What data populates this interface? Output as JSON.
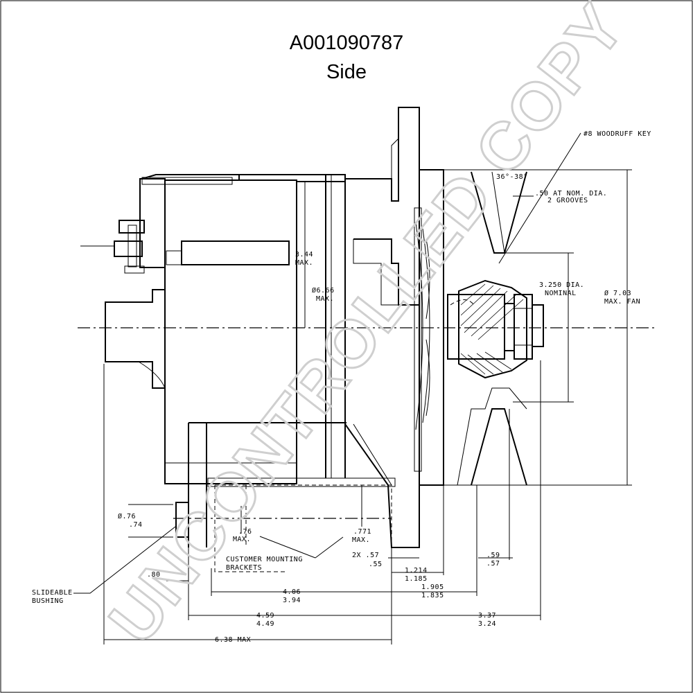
{
  "header": {
    "part_number": "A001090787",
    "view": "Side"
  },
  "watermark": "UNCONTROLLED COPY",
  "dimensions": {
    "woodruff_key": "#8 WOODRUFF KEY",
    "groove_angle": "36°-38°",
    "groove_width": ".50 AT NOM. DIA.",
    "grooves": "2 GROOVES",
    "height_344": "3.44",
    "height_344_max": "MAX.",
    "dia_666": "Ø6.66",
    "dia_666_max": "MAX.",
    "pulley_dia": "3.250 DIA.",
    "pulley_nominal": "NOMINAL",
    "fan_dia": "Ø 7.03",
    "fan_max": "MAX. FAN",
    "bush_dia_top": "Ø.76",
    "bush_dia_bot": ".74",
    "bracket_76": ".76",
    "bracket_76_max": "MAX.",
    "bracket_771": ".771",
    "bracket_771_max": "MAX.",
    "customer_brackets_1": "CUSTOMER MOUNTING",
    "customer_brackets_2": "BRACKETS",
    "twox_57": "2X .57",
    "twox_55": ".55",
    "d_1214": "1.214",
    "d_1185": "1.185",
    "d_59": ".59",
    "d_57": ".57",
    "d_80": ".80",
    "d_1905": "1.905",
    "d_1835": "1.835",
    "d_406": "4.06",
    "d_394": "3.94",
    "d_459": "4.59",
    "d_449": "4.49",
    "d_337": "3.37",
    "d_324": "3.24",
    "d_638": "6.38 MAX",
    "slideable_1": "SLIDEABLE",
    "slideable_2": "BUSHING"
  }
}
